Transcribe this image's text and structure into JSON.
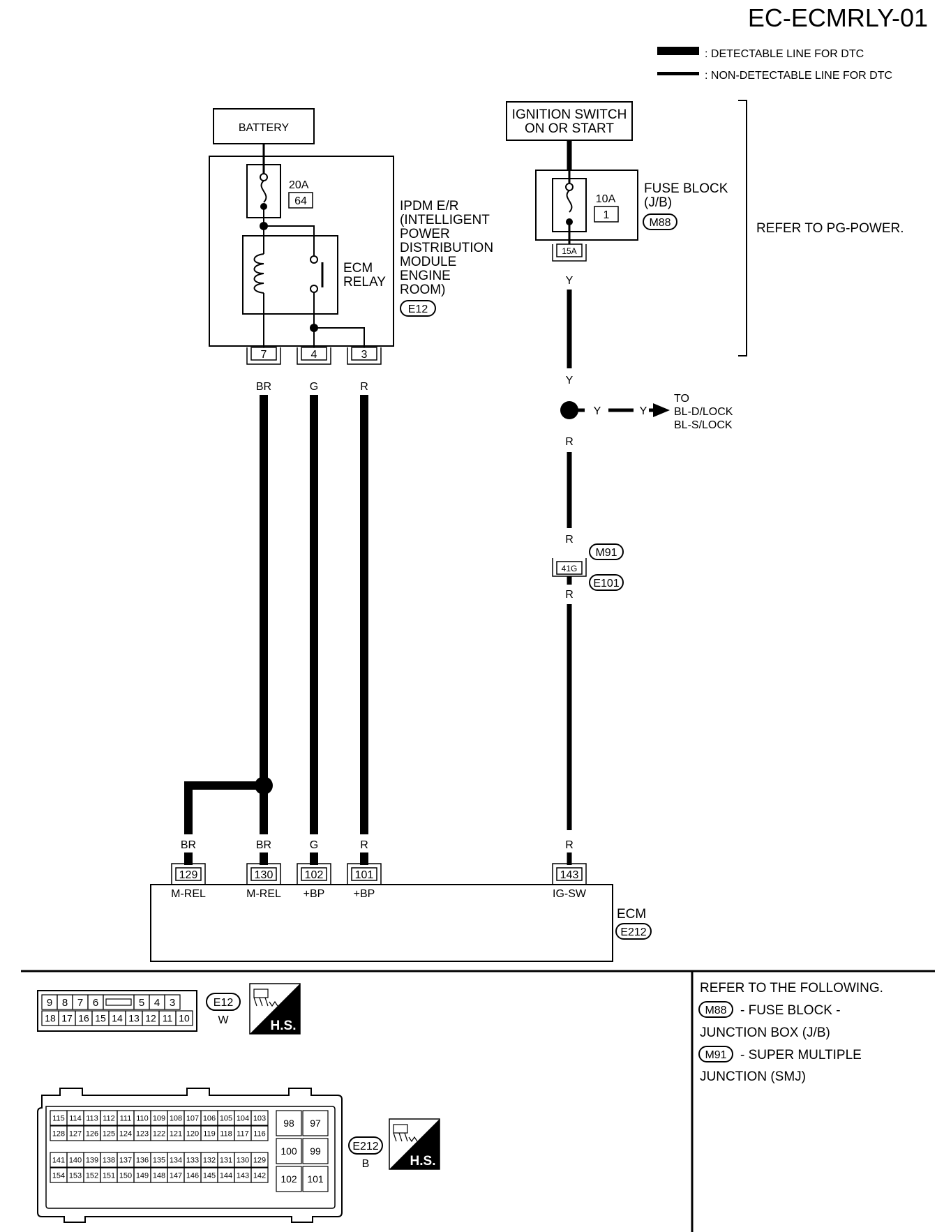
{
  "header": {
    "code": "EC-ECMRLY-01"
  },
  "legend": {
    "detectable": ": DETECTABLE LINE FOR DTC",
    "non_detectable": ": NON-DETECTABLE LINE FOR DTC"
  },
  "battery": {
    "label": "BATTERY"
  },
  "ipdm": {
    "fuse_amp": "20A",
    "fuse_no": "64",
    "relay_label_1": "ECM",
    "relay_label_2": "RELAY",
    "name_lines": [
      "IPDM E/R",
      "(INTELLIGENT",
      "POWER",
      "DISTRIBUTION",
      "MODULE",
      "ENGINE",
      "ROOM)"
    ],
    "connector": "E12",
    "pins": [
      "7",
      "4",
      "3"
    ]
  },
  "ignition": {
    "line1": "IGNITION SWITCH",
    "line2": "ON OR START"
  },
  "fuse_block": {
    "amp": "10A",
    "no": "1",
    "title": "FUSE BLOCK",
    "sub": "(J/B)",
    "connector": "M88",
    "pin": "15A"
  },
  "refer_power": "REFER TO PG-POWER.",
  "wire_colors": {
    "br": "BR",
    "g": "G",
    "r": "R",
    "y": "Y"
  },
  "to_block": {
    "to": "TO",
    "line1": "BL-D/LOCK",
    "line2": "BL-S/LOCK"
  },
  "smj": {
    "m91": "M91",
    "pin": "41G",
    "e101": "E101"
  },
  "ecm": {
    "pins": [
      "129",
      "130",
      "102",
      "101",
      "143"
    ],
    "terminals": [
      "M-REL",
      "M-REL",
      "+BP",
      "+BP",
      "IG-SW"
    ],
    "label": "ECM",
    "connector": "E212"
  },
  "refer_following": {
    "title": "REFER TO THE FOLLOWING.",
    "m88": "M88",
    "m88_desc_1": "- FUSE BLOCK -",
    "m88_desc_2": "JUNCTION BOX (J/B)",
    "m91": "M91",
    "m91_desc_1": "- SUPER MULTIPLE",
    "m91_desc_2": "JUNCTION (SMJ)"
  },
  "e12_face": {
    "top": [
      "9",
      "8",
      "7",
      "6",
      "",
      "5",
      "4",
      "3"
    ],
    "bottom": [
      "18",
      "17",
      "16",
      "15",
      "14",
      "13",
      "12",
      "11",
      "10"
    ],
    "connector": "E12",
    "color": "W"
  },
  "e212_face": {
    "row1": [
      "115",
      "114",
      "113",
      "112",
      "111",
      "110",
      "109",
      "108",
      "107",
      "106",
      "105",
      "104",
      "103"
    ],
    "row2": [
      "128",
      "127",
      "126",
      "125",
      "124",
      "123",
      "122",
      "121",
      "120",
      "119",
      "118",
      "117",
      "116"
    ],
    "row3": [
      "141",
      "140",
      "139",
      "138",
      "137",
      "136",
      "135",
      "134",
      "133",
      "132",
      "131",
      "130",
      "129"
    ],
    "row4": [
      "154",
      "153",
      "152",
      "151",
      "150",
      "149",
      "148",
      "147",
      "146",
      "145",
      "144",
      "143",
      "142"
    ],
    "side": [
      "98",
      "97",
      "100",
      "99",
      "102",
      "101"
    ],
    "connector": "E212",
    "color": "B"
  },
  "hs_label": "H.S."
}
